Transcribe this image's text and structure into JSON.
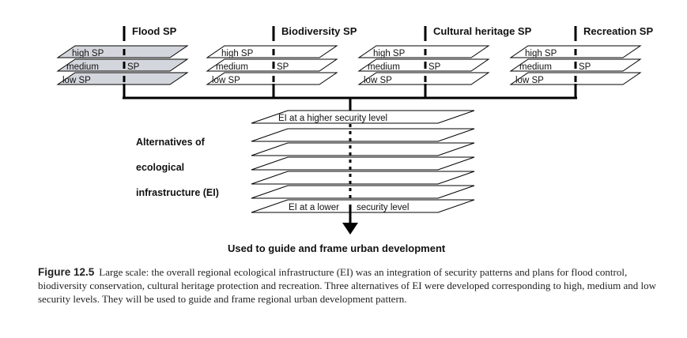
{
  "sp_groups": [
    {
      "title": "Flood SP",
      "layers": [
        "high SP",
        "medium",
        "SP",
        "low SP"
      ],
      "shaded": true
    },
    {
      "title": "Biodiversity SP",
      "layers": [
        "high SP",
        "medium",
        "SP",
        "low SP"
      ],
      "shaded": false
    },
    {
      "title": "Cultural heritage SP",
      "layers": [
        "high SP",
        "medium",
        "SP",
        "low SP"
      ],
      "shaded": false
    },
    {
      "title": "Recreation SP",
      "layers": [
        "high SP",
        "medium",
        "SP",
        "low SP"
      ],
      "shaded": false
    }
  ],
  "ei_stack": {
    "side_label_lines": [
      "Alternatives of",
      "ecological",
      "infrastructure (EI)"
    ],
    "top_label": "EI at a higher security level",
    "bottom_label_left": "EI at a lower",
    "bottom_label_right": "security level"
  },
  "output_label": "Used to guide and frame urban development",
  "caption": {
    "figure_label": "Figure 12.5",
    "text": "Large scale: the overall regional ecological infrastructure (EI) was an integration of security patterns and plans for flood control, biodiversity conservation, cultural heritage protection and recreation. Three alternatives of EI were developed corresponding to high, medium and low security levels. They will be used to guide and frame regional urban development pattern."
  },
  "colors": {
    "shaded_fill": "#d3d6dc",
    "plane_fill": "#ffffff",
    "stroke": "#000000"
  }
}
